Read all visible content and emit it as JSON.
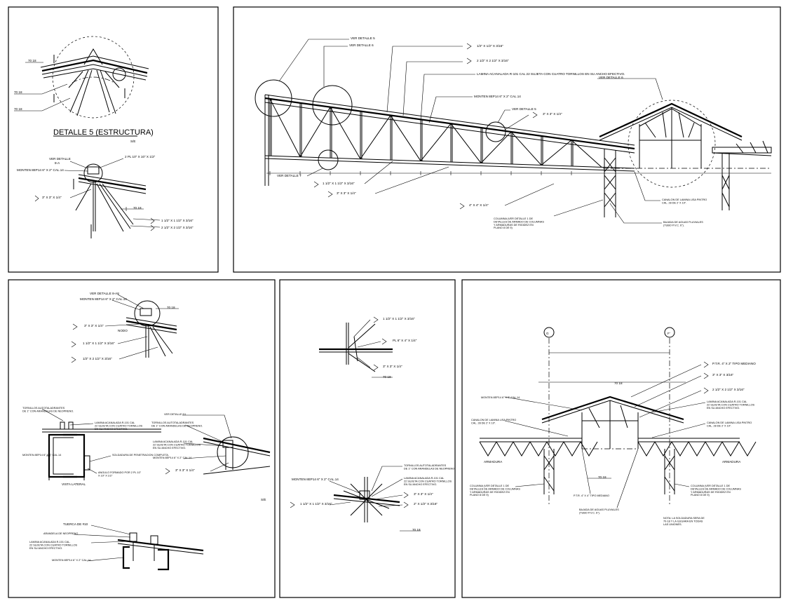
{
  "panel1": {
    "weld1": "70  18",
    "weld2": "70  18",
    "weld3": "70  18",
    "title": "DETALLE 5 (ESTRUCTURA)",
    "scale": "S/E",
    "ver_detalle": "VER DETALLE",
    "ver_detalle_sub": "8-A",
    "monten": "MONTEN 8EP14 6\" X 2\" CAL.14",
    "pl": "2 PL 10\" X 10\" X 1/2\"",
    "ang1": "3\" X 3\" X 1/4\"",
    "weld4": "70  18",
    "ang2": "1 1/2\" X 1 1/2\" X 3/16\"",
    "ang3": "2 1/2\" X 2 1/2\" X 3/16\""
  },
  "panel2": {
    "ver5": "VER DETALLE 5",
    "ver6": "VER DETALLE 6",
    "ang_top": "1/2\" X 1/2\" X 3/16\"",
    "ang_top2": "2 1/2\" X 2 1/2\" X 3/16\"",
    "lamina": "LAMINA ACANALADA R-101 CAL 22 SUJETA CON CUATRO TORNILLOS EN SU ANCHO EFECTIVO.",
    "monten": "MONTEN 8EP14 6\" X 2\" CAL.14",
    "ver_det5b": "VER DETALLE 5",
    "ang_mid": "3\" X 3\" X 1/4\"",
    "ver6_right": "VER DETALLE 6",
    "ver7": "VER DETALLE 7",
    "ang_low1": "1 1/2\" X 1 1/2\" X 3/16\"",
    "ang_low2": "3\" X 3\" X 1/4\"",
    "ang_low3": "4\" X 4\" X 1/4\"",
    "columna": "COLUMNA (VER DETALLE 1 DE DETALLES DE ARMADO DE COLUMNAS Y ARMADURAS DE RIGIDEZ EN PLANO 8 DE 9)",
    "bajada": "BAJADA DE AGUAS PLUVIALES (TUBO P.V.C. 6\").",
    "canalon": "CANALON DE LAMINA LISA PINTRO CAL. 28 DE 2' X 10\"."
  },
  "panel3": {
    "ver_det": "VER DETALLE 8-A8",
    "monten": "MONTEN 8EP14 6\" X 2\" CAL.14",
    "weld1": "70  18",
    "ang1": "3\" X 3\" X 1/4\"",
    "nodo": "NODO",
    "ang2": "1 1/2\" X 1 1/2\" X 3/16\"",
    "ang3": "1/2\" X 2 1/2\" X 3/16\"",
    "tornillos": "TORNILLOS AUTOTALADRANTES DE 1\" CON ARANDELAS DE NEOPRENO.",
    "lamina": "LAMINA ACANALADA R-101 CAL 22 SUJETA CON CUATRO TORNILLOS EN SU ANCHO EFECTIVO.",
    "soldadura": "SOLDADURA DE PENETRACION COMPLETA.",
    "monten2": "MONTEN 8EP14 6\" X 2\" CAL.14",
    "angulo": "ANGULO FORMADO POR 2 PL 10\" X 10\" X 1/2\"",
    "vista": "VISTA LATERAL",
    "ver_d1": "VER DETALLE D1",
    "tornillos2": "TORNILLOS AUTOTALADRANTES DE 1\" CON ARANDELAS DE NEOPRENO.",
    "lamina2": "LAMINA ACANALADA R-101 CAL 22 SUJETA CON CUATRO TORNILLOS EN SU ANCHO EFECTIVO.",
    "monten3": "MONTEN 8EP14 6\" X 2\" CAL.14",
    "ang4": "3\" X 3\" X 1/4\"",
    "scale": "S/E",
    "tuerca": "TUERCA DE #10",
    "arandela": "ARANDELA DE NEOPRENO",
    "lamina3": "LAMINA ACANALADA R-101 CAL. 22 SUJETA CON CUATRO TORNILLOS EN SU ANCHO EFECTIVO.",
    "monten4": "MONTEN 8EP14 6\" X 2\" CAL.14"
  },
  "panel4": {
    "ang1": "1 1/2\" X 1 1/2\" X 3/16\"",
    "pl": "PL 6\" X 4\" X 1/4\"",
    "ang2": "3\" X 3\" X 1/4\"",
    "weld1": "70  18",
    "tornillos": "TORNILLOS AUTOTALADRANTES DE 1\" CON ARANDELAS DE NEOPRENO.",
    "lamina": "LAMINA ACANALADA R-101 CAL 22 SUJETA CON CUATRO TORNILLOS EN SU ANCHO EFECTIVO.",
    "monten": "MONTEN 8EP14 6\" X 2\" CAL.14",
    "ang3": "3\" X 3\" X 1/4\"",
    "ang4": "1 1/2\" X 1 1/2\" X 3/16\"",
    "ang5": "2\" X 1/2\" X 3/16\"",
    "weld2": "70  18"
  },
  "panel5": {
    "axis_g": "G",
    "axis_f": "F'",
    "ptr": "P.T.R. 4\" X 2\" TIPO MEDIANO",
    "ang1": "3\" X 3\" X 3/16\"",
    "ang2": "2 1/2\" X 2 1/2\" X 3/16\"",
    "weld_top": "70  18",
    "monten": "MONTEN 8EP14 6\" X 2\" CAL.14",
    "lamina": "LAMINA ACANALADA R-101 CAL 22 SUJETA CON CUATRO TORNILLOS EN SU ANCHO EFECTIVO.",
    "canalon_l": "CANALON DE LAMINA LISA PINTRO CAL. 28 DE 2' X 10\".",
    "canalon_r": "CANALON DE LAMINA LISA PINTRO CAL. 28 DE 2' X 10\".",
    "armadura_l": "ARMADURA",
    "armadura_r": "ARMADURA",
    "weld_mid": "70  18",
    "columna_l": "COLUMNA (VER DETALLE 1 DE DETALLES DE ARMADO DE COLUMNAS Y ARMADURAS DE RIGIDEZ EN PLANO 8 DE 9)",
    "columna_r": "COLUMNA (VER DETALLE 1 DE DETALLES DE ARMADO DE COLUMNAS Y ARMADURAS DE RIGIDEZ EN PLANO 8 DE 9)",
    "ptr2": "P.T.R. 4\" X 4\" TIPO MEDIANO",
    "bajada": "BAJADA DE AGUAS PLUVIALES (TUBO P.V.C. 6\").",
    "nota": "NOTA: LA SOLDADURA SERA DE 70-18 Y LA ILEGARA EN TODAS LAS UNIONES."
  }
}
